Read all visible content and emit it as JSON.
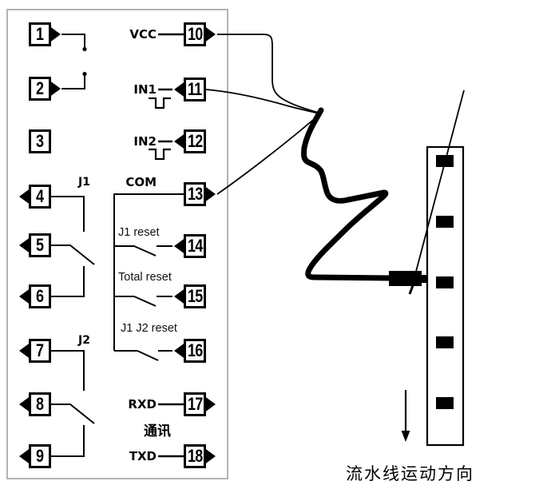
{
  "terminals": {
    "t1": "1",
    "t2": "2",
    "t3": "3",
    "t4": "4",
    "t5": "5",
    "t6": "6",
    "t7": "7",
    "t8": "8",
    "t9": "9",
    "t10": "10",
    "t11": "11",
    "t12": "12",
    "t13": "13",
    "t14": "14",
    "t15": "15",
    "t16": "16",
    "t17": "17",
    "t18": "18"
  },
  "signals": {
    "vcc": "VCC",
    "in1": "IN1",
    "in2": "IN2",
    "com": "COM",
    "rxd": "RXD",
    "txd": "TXD"
  },
  "switches": {
    "j1_reset": "J1 reset",
    "total_reset": "Total reset",
    "j1_j2_reset": "J1 J2 reset"
  },
  "relays": {
    "j1": "J1",
    "j2": "J2"
  },
  "labels": {
    "comm": "通讯",
    "flow_direction": "流水线运动方向"
  },
  "icons": {
    "terminal_arrow": "solid-black-triangle",
    "pulse": "negative-pulse-waveform",
    "flow_arrow": "down-arrow",
    "sensor_cable": "thick-wavy-cable",
    "reflective_strip": "vertical-strip-with-black-marks"
  },
  "colors": {
    "ink": "#000000",
    "frame": "#b3b3b3",
    "background": "#ffffff"
  }
}
